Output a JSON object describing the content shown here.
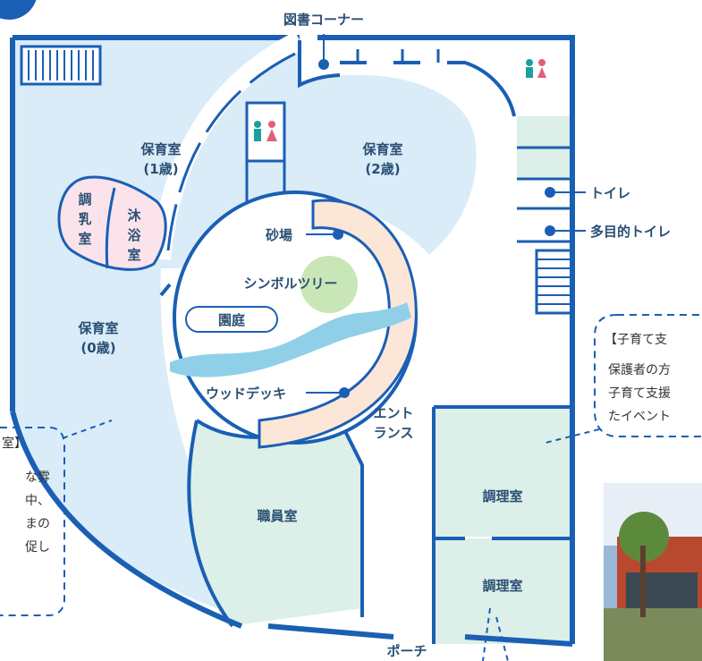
{
  "rooms": {
    "library": "図書コーナー",
    "nursery_1_line1": "保育室",
    "nursery_1_line2": "(1歳)",
    "nursery_2_line1": "保育室",
    "nursery_2_line2": "(2歳)",
    "nursery_0_line1": "保育室",
    "nursery_0_line2": "(0歳)",
    "formula_room": [
      "調",
      "乳",
      "室"
    ],
    "bath_room": [
      "沐",
      "浴",
      "室"
    ],
    "sandbox": "砂場",
    "symbol_tree": "シンボルツリー",
    "garden": "園庭",
    "wood_deck": "ウッドデッキ",
    "entrance_line1": "エント",
    "entrance_line2": "ランス",
    "staff_room": "職員室",
    "kitchen_1": "調理室",
    "kitchen_2": "調理室",
    "porch": "ポーチ",
    "toilet": "トイレ",
    "multipurpose_toilet": "多目的トイレ"
  },
  "callouts": {
    "right": {
      "title": "【子育て支",
      "lines": [
        "保護者の方",
        "子育て支援",
        "たイベント"
      ]
    },
    "left": {
      "title": "室】",
      "lines": [
        "な雰",
        "中、",
        "まの",
        "促し"
      ]
    }
  },
  "colors": {
    "wall": "#1a5fb4",
    "nursery_fill": "#d9ecf8",
    "green_fill": "#dcefe8",
    "pink_fill": "#fbe3ec",
    "deck_fill": "#fbe6d8",
    "water": "#8fd0e8",
    "tree": "#c9e7b6"
  }
}
